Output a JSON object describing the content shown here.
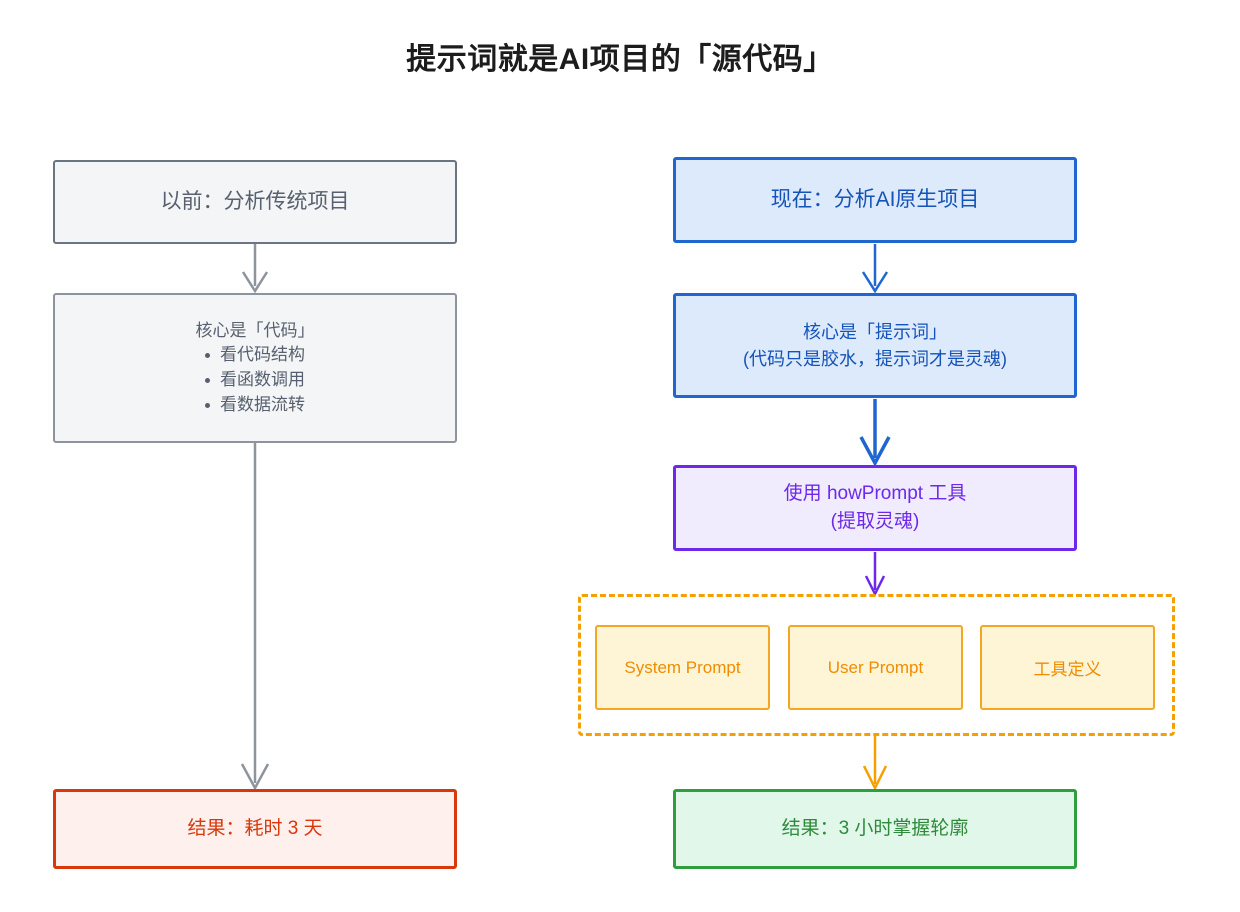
{
  "page": {
    "title": "提示词就是AI项目的「源代码」",
    "background": "#ffffff"
  },
  "colors": {
    "gray_border": "#6b7582",
    "gray_fill": "#f4f5f7",
    "gray_text": "#57606e",
    "blue_border": "#1f66d0",
    "blue_fill": "#dceafb",
    "blue_text": "#1553b8",
    "purple_border": "#6d28ea",
    "purple_fill": "#f0ecfe",
    "purple_text": "#6d28ea",
    "orange_border": "#f5a623",
    "orange_fill": "#fdf5d6",
    "orange_text": "#f08c00",
    "orange_dashed": "#f59f00",
    "red_border": "#d9380c",
    "red_fill": "#fdf0ed",
    "red_text": "#d9380c",
    "green_border": "#2f9e3f",
    "green_fill": "#e0f7e9",
    "green_text": "#2f8a3b"
  },
  "left_flow": {
    "start": {
      "label": "以前：分析传统项目"
    },
    "core": {
      "heading": "核心是「代码」",
      "bullets": [
        "看代码结构",
        "看函数调用",
        "看数据流转"
      ]
    },
    "result": {
      "label": "结果：耗时 3 天"
    }
  },
  "right_flow": {
    "start": {
      "label": "现在：分析AI原生项目"
    },
    "core": {
      "line1": "核心是「提示词」",
      "line2": "(代码只是胶水，提示词才是灵魂)"
    },
    "tool": {
      "line1": "使用 howPrompt 工具",
      "line2": "(提取灵魂)"
    },
    "artifacts": [
      {
        "label": "System Prompt"
      },
      {
        "label": "User Prompt"
      },
      {
        "label": "工具定义"
      }
    ],
    "result": {
      "label": "结果：3 小时掌握轮廓"
    }
  },
  "edges": [
    {
      "name": "past-to-core",
      "color": "#8d949e"
    },
    {
      "name": "core-to-result",
      "color": "#8d949e"
    },
    {
      "name": "now-to-core-prompt",
      "color": "#1f66d0"
    },
    {
      "name": "core-prompt-to-tool",
      "color": "#1f66d0"
    },
    {
      "name": "tool-to-artifacts",
      "color": "#6d28ea"
    },
    {
      "name": "artifacts-to-result",
      "color": "#f59f00"
    }
  ]
}
